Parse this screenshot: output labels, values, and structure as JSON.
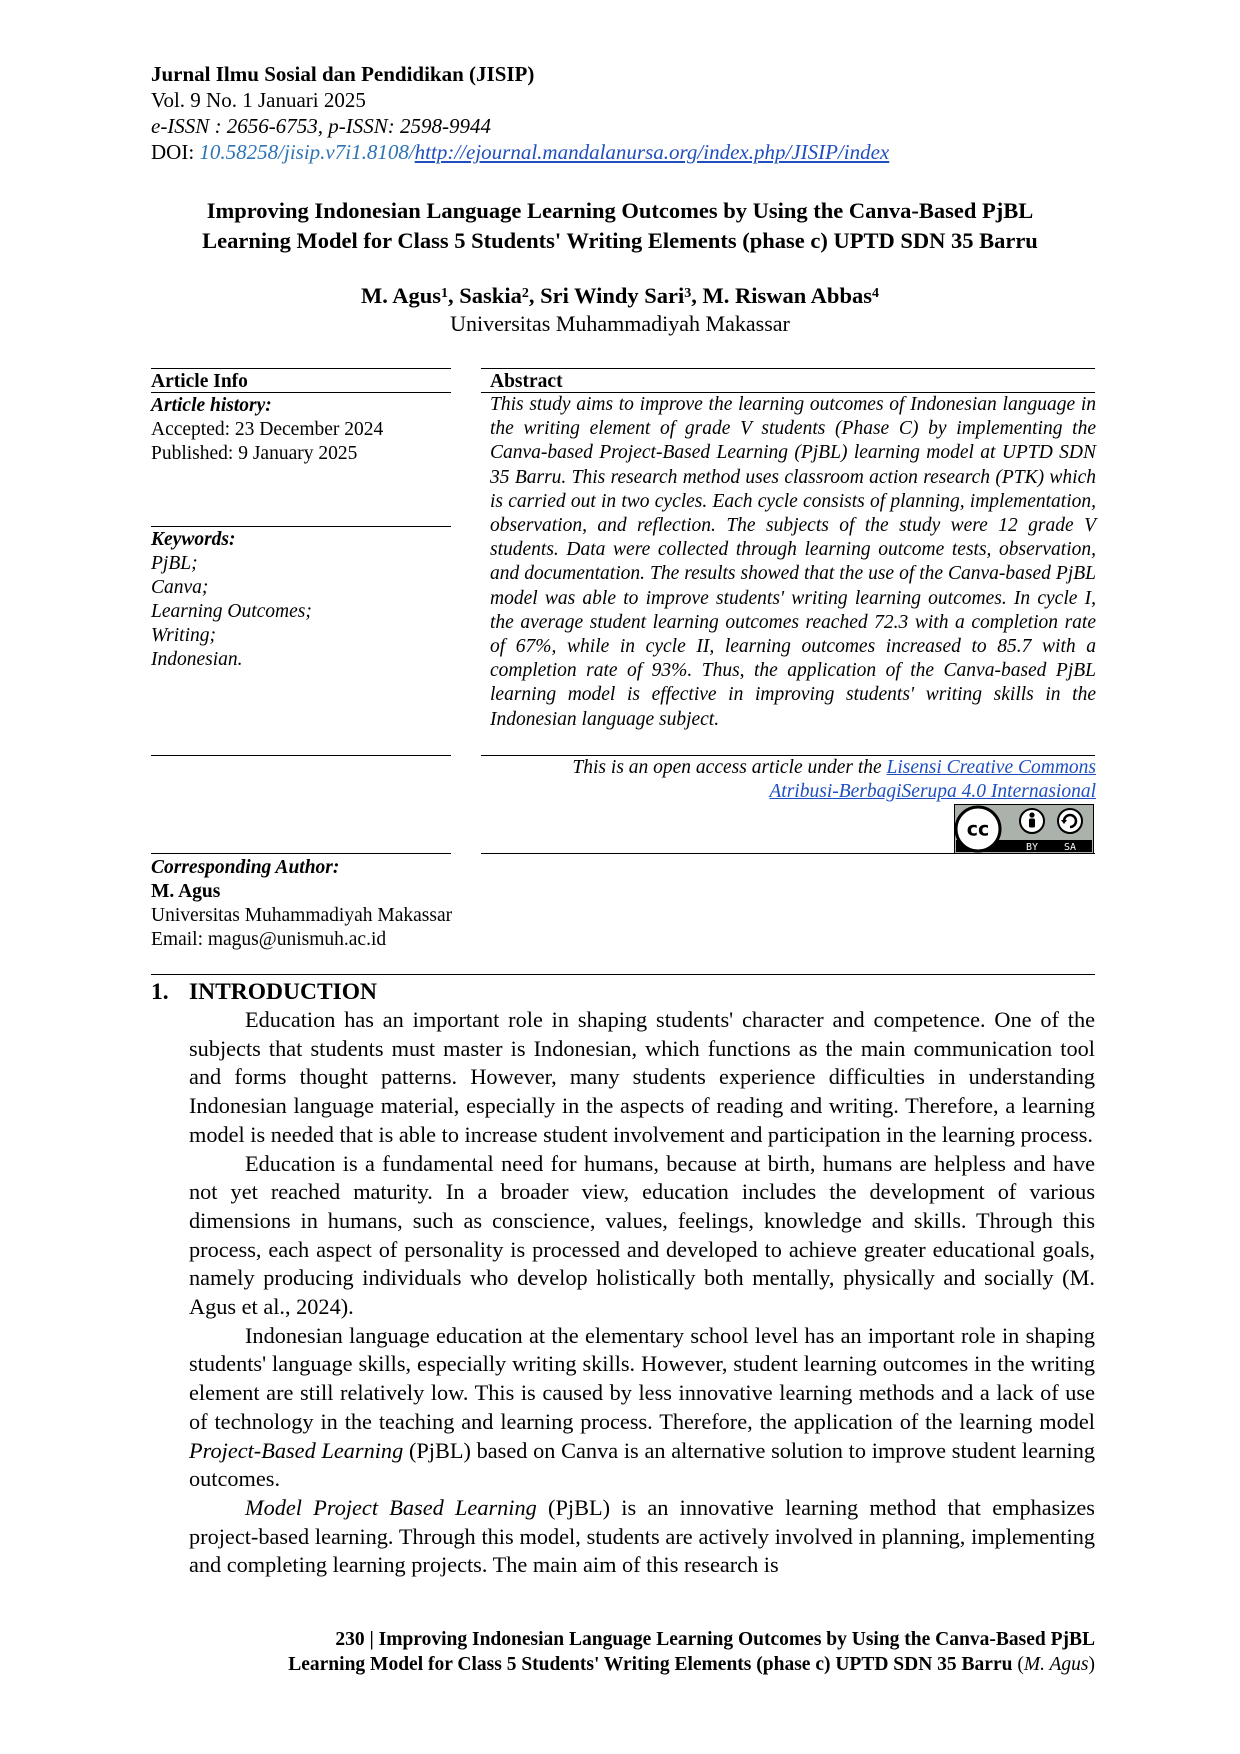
{
  "journal": {
    "name": "Jurnal Ilmu Sosial dan Pendidikan (JISIP)",
    "volume": "Vol. 9 No. 1 Januari 2025",
    "issn": "e-ISSN : 2656-6753, p-ISSN: 2598-9944",
    "doi_label": "DOI: ",
    "doi": "10.58258/jisip.v7i1.8108/",
    "url": "http://ejournal.mandalanursa.org/index.php/JISIP/index"
  },
  "title": {
    "line1": "Improving Indonesian Language Learning Outcomes by Using the Canva-Based PjBL",
    "line2": "Learning Model for Class 5 Students' Writing Elements (phase c) UPTD SDN 35 Barru"
  },
  "authors": [
    {
      "name": "M. Agus",
      "sup": "1"
    },
    {
      "name": "Saskia",
      "sup": "2"
    },
    {
      "name": "Sri Windy Sari",
      "sup": "3"
    },
    {
      "name": "M. Riswan Abbas",
      "sup": "4"
    }
  ],
  "affiliation": "Universitas Muhammadiyah Makassar",
  "article_info": {
    "heading": "Article Info",
    "history_heading": "Article history:",
    "accepted": "Accepted: 23 December 2024",
    "published": "Published: 9 January 2025",
    "keywords_heading": "Keywords:",
    "keywords": [
      "PjBL;",
      "Canva;",
      "Learning Outcomes;",
      "Writing;",
      "Indonesian."
    ]
  },
  "abstract": {
    "heading": "Abstract",
    "text": "This study aims to improve the learning outcomes of Indonesian language in the writing element of grade V students (Phase C) by implementing the Canva-based Project-Based Learning (PjBL) learning model at UPTD SDN 35 Barru. This research method uses classroom action research (PTK) which is carried out in two cycles. Each cycle consists of planning, implementation, observation, and reflection. The subjects of the study were 12 grade V students. Data were collected through learning outcome tests, observation, and documentation. The results showed that the use of the Canva-based PjBL model was able to improve students' writing learning outcomes. In cycle I, the average student learning outcomes reached 72.3 with a completion rate of 67%, while in cycle II, learning outcomes increased to 85.7 with a completion rate of 93%. Thus, the application of the Canva-based PjBL learning model is effective in improving students' writing skills in the Indonesian language subject."
  },
  "license": {
    "prefix": "This is an open access article under the ",
    "link1": "Lisensi Creative Commons",
    "link2": "Atribusi-BerbagiSerupa 4.0 Internasional",
    "badge_cc": "cc",
    "badge_by": "BY",
    "badge_sa": "SA"
  },
  "corresponding": {
    "heading": "Corresponding Author:",
    "name": "M. Agus",
    "institution": "Universitas Muhammadiyah Makassar",
    "email": "Email: magus@unismuh.ac.id"
  },
  "introduction": {
    "number": "1.",
    "heading": "INTRODUCTION",
    "p1": "Education has an important role in shaping students' character and competence. One of the subjects that students must master is Indonesian, which functions as the main communication tool and forms thought patterns. However, many students experience difficulties in understanding Indonesian language material, especially in the aspects of reading and writing. Therefore, a learning model is needed that is able to increase student involvement and participation in the learning process.",
    "p2": "Education is a fundamental need for humans, because at birth, humans are helpless and have not yet reached maturity. In a broader view, education includes the development of various dimensions in humans, such as conscience, values, feelings, knowledge and skills. Through this process, each aspect of personality is processed and developed to achieve greater educational goals, namely producing individuals who develop holistically both mentally, physically and socially (M. Agus et al., 2024).",
    "p3_a": "Indonesian language education at the elementary school level has an important role in shaping students' language skills, especially writing skills. However, student learning outcomes in the writing element are still relatively low. This is caused by less innovative learning methods and a lack of use of technology in the teaching and learning process. Therefore, the application of the learning model ",
    "p3_it": "Project-Based Learning",
    "p3_b": " (PjBL) based on Canva is an alternative solution to improve student learning outcomes.",
    "p4_it": "Model Project Based Learning",
    "p4_b": " (PjBL) is an innovative learning method that emphasizes project-based learning. Through this model, students are actively involved in planning, implementing and completing learning projects. The main aim of this research is"
  },
  "footer": {
    "page_number": "230 | ",
    "title_line1": "Improving Indonesian Language Learning Outcomes by Using the Canva-Based PjBL",
    "title_line2": "Learning Model for Class 5 Students' Writing Elements (phase c) UPTD SDN 35 Barru",
    "author_open": " (",
    "author": "M. Agus",
    "author_close": ")"
  }
}
